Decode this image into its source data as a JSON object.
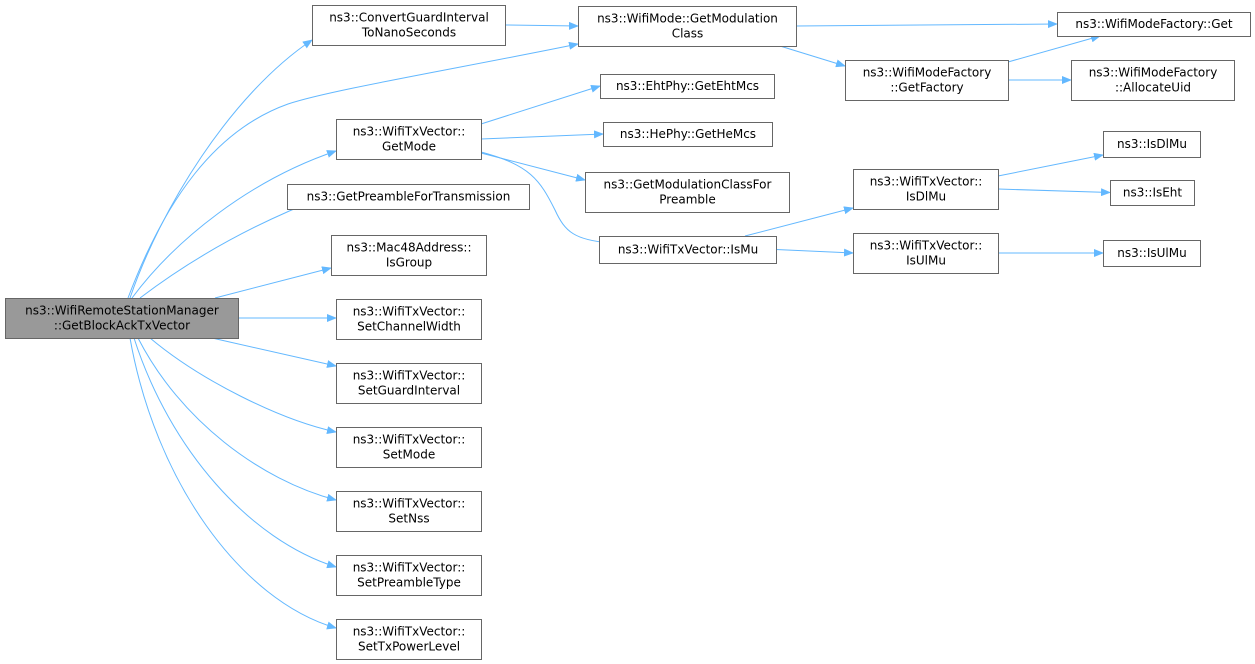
{
  "nodes": [
    {
      "id": "root",
      "lines": [
        "ns3::WifiRemoteStationManager",
        "::GetBlockAckTxVector"
      ],
      "root": true
    },
    {
      "id": "cgi",
      "lines": [
        "ns3::ConvertGuardInterval",
        "ToNanoSeconds"
      ]
    },
    {
      "id": "gmc",
      "lines": [
        "ns3::WifiMode::GetModulation",
        "Class"
      ]
    },
    {
      "id": "wmfget",
      "lines": [
        "ns3::WifiModeFactory::Get"
      ]
    },
    {
      "id": "gf",
      "lines": [
        "ns3::WifiModeFactory",
        "::GetFactory"
      ]
    },
    {
      "id": "au",
      "lines": [
        "ns3::WifiModeFactory",
        "::AllocateUid"
      ]
    },
    {
      "id": "getmode",
      "lines": [
        "ns3::WifiTxVector::",
        "GetMode"
      ]
    },
    {
      "id": "eht",
      "lines": [
        "ns3::EhtPhy::GetEhtMcs"
      ]
    },
    {
      "id": "he",
      "lines": [
        "ns3::HePhy::GetHeMcs"
      ]
    },
    {
      "id": "gmcfp",
      "lines": [
        "ns3::GetModulationClassFor",
        "Preamble"
      ]
    },
    {
      "id": "ismu",
      "lines": [
        "ns3::WifiTxVector::IsMu"
      ]
    },
    {
      "id": "isdlmu",
      "lines": [
        "ns3::WifiTxVector::",
        "IsDlMu"
      ]
    },
    {
      "id": "isulmu",
      "lines": [
        "ns3::WifiTxVector::",
        "IsUlMu"
      ]
    },
    {
      "id": "fisdlmu",
      "lines": [
        "ns3::IsDlMu"
      ]
    },
    {
      "id": "fiseht",
      "lines": [
        "ns3::IsEht"
      ]
    },
    {
      "id": "fisulmu",
      "lines": [
        "ns3::IsUlMu"
      ]
    },
    {
      "id": "gpft",
      "lines": [
        "ns3::GetPreambleForTransmission"
      ]
    },
    {
      "id": "isgroup",
      "lines": [
        "ns3::Mac48Address::",
        "IsGroup"
      ]
    },
    {
      "id": "scw",
      "lines": [
        "ns3::WifiTxVector::",
        "SetChannelWidth"
      ]
    },
    {
      "id": "sgi",
      "lines": [
        "ns3::WifiTxVector::",
        "SetGuardInterval"
      ]
    },
    {
      "id": "sm",
      "lines": [
        "ns3::WifiTxVector::",
        "SetMode"
      ]
    },
    {
      "id": "snss",
      "lines": [
        "ns3::WifiTxVector::",
        "SetNss"
      ]
    },
    {
      "id": "spt",
      "lines": [
        "ns3::WifiTxVector::",
        "SetPreambleType"
      ]
    },
    {
      "id": "stpl",
      "lines": [
        "ns3::WifiTxVector::",
        "SetTxPowerLevel"
      ]
    }
  ],
  "edges": [
    {
      "from": "root",
      "to": "cgi"
    },
    {
      "from": "root",
      "to": "gmc"
    },
    {
      "from": "root",
      "to": "getmode"
    },
    {
      "from": "root",
      "to": "gpft"
    },
    {
      "from": "root",
      "to": "isgroup"
    },
    {
      "from": "root",
      "to": "scw"
    },
    {
      "from": "root",
      "to": "sgi"
    },
    {
      "from": "root",
      "to": "sm"
    },
    {
      "from": "root",
      "to": "snss"
    },
    {
      "from": "root",
      "to": "spt"
    },
    {
      "from": "root",
      "to": "stpl"
    },
    {
      "from": "cgi",
      "to": "gmc"
    },
    {
      "from": "gmc",
      "to": "wmfget"
    },
    {
      "from": "gmc",
      "to": "gf"
    },
    {
      "from": "gf",
      "to": "wmfget"
    },
    {
      "from": "gf",
      "to": "au"
    },
    {
      "from": "getmode",
      "to": "eht"
    },
    {
      "from": "getmode",
      "to": "he"
    },
    {
      "from": "getmode",
      "to": "gmcfp"
    },
    {
      "from": "getmode",
      "to": "ismu"
    },
    {
      "from": "ismu",
      "to": "isdlmu"
    },
    {
      "from": "ismu",
      "to": "isulmu"
    },
    {
      "from": "isdlmu",
      "to": "fisdlmu"
    },
    {
      "from": "isdlmu",
      "to": "fiseht"
    },
    {
      "from": "isulmu",
      "to": "fisulmu"
    }
  ],
  "colors": {
    "edge": "#63b8ff",
    "node_border": "#666666",
    "root_fill": "#999999"
  }
}
